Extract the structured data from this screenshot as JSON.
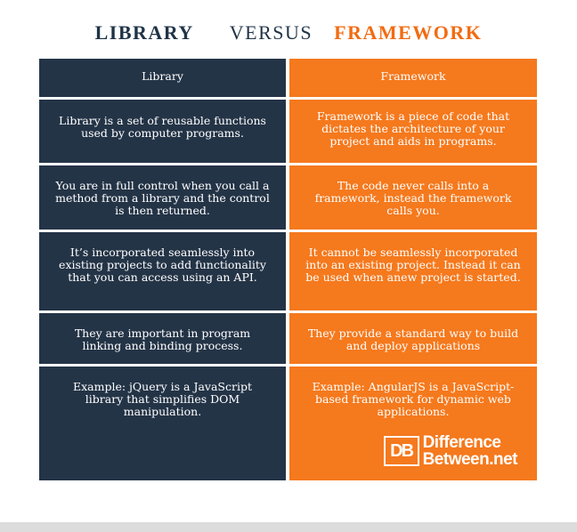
{
  "title": {
    "left": "LIBRARY",
    "middle": "VERSUS",
    "right": "FRAMEWORK"
  },
  "table": {
    "headers": [
      "Library",
      "Framework"
    ],
    "rows": [
      {
        "library": "Library is a set of reusable functions used by computer programs.",
        "framework": "Framework is a piece of code that dictates the architecture of your project and aids in programs."
      },
      {
        "library": "You are in full control when you call a method from a library and the control is then returned.",
        "framework": "The code never calls into a framework, instead the framework calls you."
      },
      {
        "library": "It’s incorporated seamlessly into existing projects to add functionality that you can access using an API.",
        "framework": "It cannot be seamlessly incorporated into an existing project. Instead it can be used when anew project is started."
      },
      {
        "library": "They are important in program linking and binding process.",
        "framework": "They provide a standard way to build and deploy applications"
      },
      {
        "library": "Example: jQuery is a JavaScript library that simplifies DOM manipulation.",
        "framework": "Example: AngularJS is a JavaScript-based framework for dynamic web applications."
      }
    ]
  },
  "logo": {
    "mark": "DB",
    "line1": "Difference",
    "line2": "Between.net"
  },
  "colors": {
    "navy": "#243447",
    "orange": "#f5791d",
    "title_orange": "#f26b12"
  }
}
